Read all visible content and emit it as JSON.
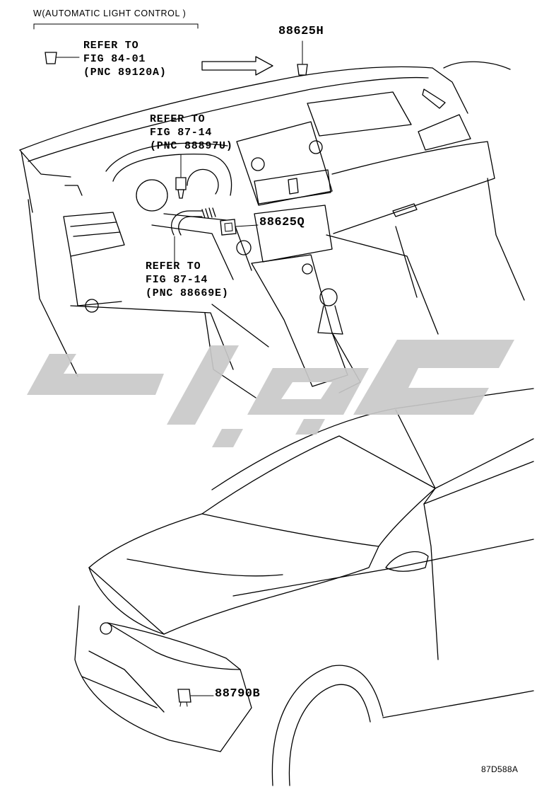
{
  "header": {
    "title": "W(AUTOMATIC LIGHT CONTROL )"
  },
  "callouts": {
    "ref_89120a": {
      "line1": "REFER TO",
      "line2": "FIG 84-01",
      "line3": "(PNC 89120A)"
    },
    "ref_88897u": {
      "line1": "REFER TO",
      "line2": "FIG 87-14",
      "line3": "(PNC 88897U)"
    },
    "ref_88669e": {
      "line1": "REFER TO",
      "line2": "FIG 87-14",
      "line3": "(PNC 88669E)"
    }
  },
  "parts": {
    "p88625h": "88625H",
    "p88625q": "88625Q",
    "p88790b": "88790B"
  },
  "drawing_code": "87D588A",
  "colors": {
    "line": "#000000",
    "watermark": "#c9c9c9",
    "background": "#ffffff"
  }
}
